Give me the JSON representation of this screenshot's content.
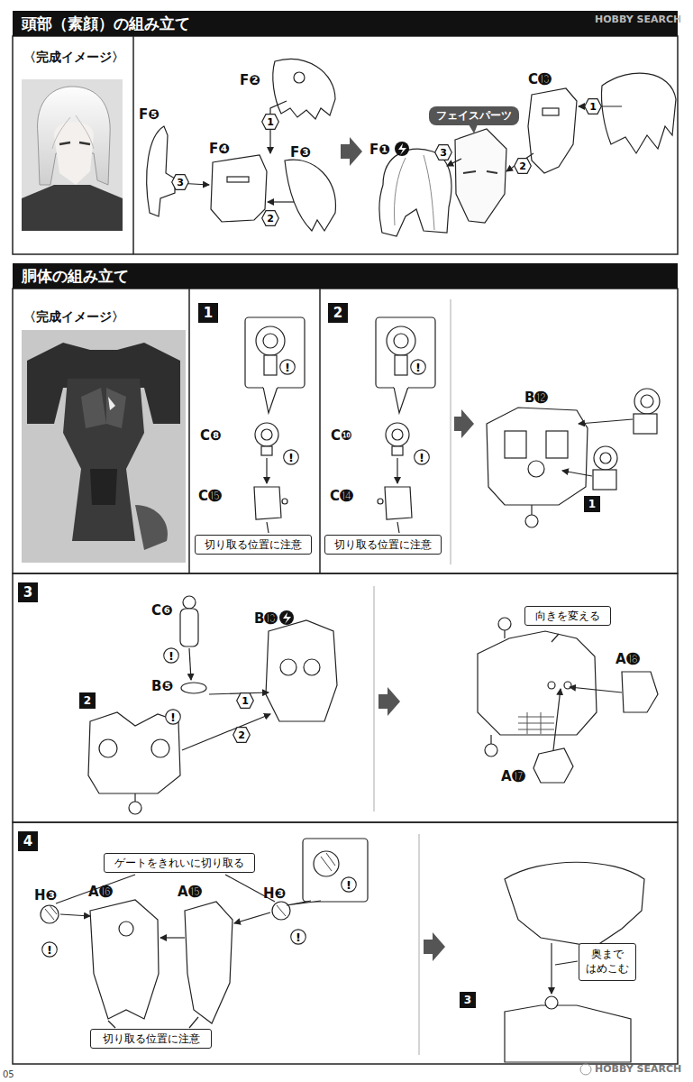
{
  "diagram": {
    "title": "頭部（素顔）の組み立て",
    "nodes": [
      {
        "text": [
          "頭部（素顔）の組み立て"
        ]
      },
      {
        "text": [
          "1"
        ]
      },
      {
        "text": [
          "3"
        ]
      },
      {
        "text": [
          "2"
        ]
      },
      {
        "text": [
          "フェイスパーツ"
        ]
      },
      {
        "text": [
          "3"
        ]
      },
      {
        "text": [
          "2"
        ]
      },
      {
        "text": [
          "1"
        ]
      },
      {
        "text": [
          "胴体の組み立て"
        ]
      },
      {
        "text": [
          "1"
        ]
      },
      {
        "text": [
          "!"
        ]
      },
      {
        "text": [
          "!"
        ]
      },
      {
        "text": [
          "切り取る位置に注意"
        ]
      },
      {
        "text": [
          "2"
        ]
      },
      {
        "text": [
          "!"
        ]
      },
      {
        "text": [
          "!"
        ]
      },
      {
        "text": [
          "切り取る位置に注意"
        ]
      },
      {
        "text": [
          "1"
        ]
      },
      {
        "text": [
          "3"
        ]
      },
      {
        "text": [
          "!"
        ]
      },
      {
        "text": [
          "1"
        ]
      },
      {
        "text": [
          "!"
        ]
      },
      {
        "text": [
          "2"
        ]
      },
      {
        "text": [
          "2"
        ]
      },
      {
        "text": [
          "向きを変える"
        ]
      },
      {
        "text": [
          "4"
        ]
      },
      {
        "text": [
          "ゲートをきれいに切り取る"
        ]
      },
      {
        "text": [
          "!"
        ]
      },
      {
        "text": [
          "!"
        ]
      },
      {
        "text": [
          "!"
        ]
      },
      {
        "text": [
          "切り取る位置に注意"
        ]
      },
      {
        "text": [
          "奥まで はめこむ"
        ]
      },
      {
        "text": [
          "3"
        ]
      }
    ],
    "labels": [
      "〈完成イメージ〉",
      "F❺",
      "F❷",
      "F❹",
      "F❸",
      "F❶",
      "C⓭",
      "〈完成イメージ〉",
      "C❽",
      "C⓯",
      "C❿",
      "C⓮",
      "B⓬",
      "C❻",
      "B⓭",
      "B❺",
      "A⓲",
      "A⓱",
      "H❸",
      "A⓰",
      "A⓯",
      "H❸",
      "05",
      "HOBBY SEARCH",
      "HOBBY SEARCH"
    ]
  }
}
